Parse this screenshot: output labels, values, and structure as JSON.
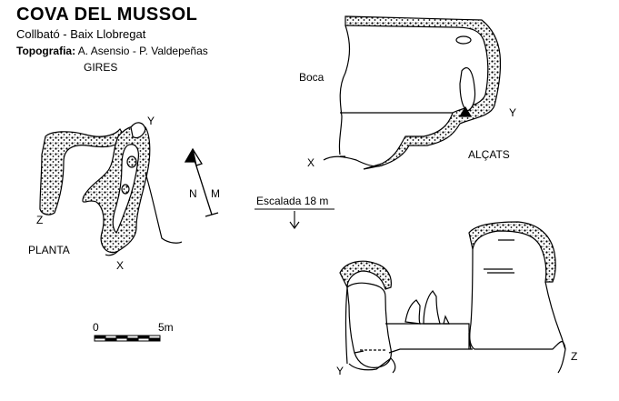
{
  "header": {
    "title": "COVA DEL MUSSOL",
    "subtitle": "Collbató - Baix Llobregat",
    "topo_label": "Topografia:",
    "topo_authors": "A. Asensio - P. Valdepeñas",
    "club": "GIRES"
  },
  "plan": {
    "label": "PLANTA",
    "point_y": "Y",
    "point_x": "X",
    "point_z": "Z"
  },
  "north": {
    "n": "N",
    "m": "M"
  },
  "scale": {
    "zero": "0",
    "five": "5m"
  },
  "elevation": {
    "label": "ALÇATS",
    "boca": "Boca",
    "point_y_top": "Y",
    "point_x": "X",
    "climb": "Escalada 18 m",
    "point_y_bottom": "Y",
    "point_z": "Z"
  }
}
